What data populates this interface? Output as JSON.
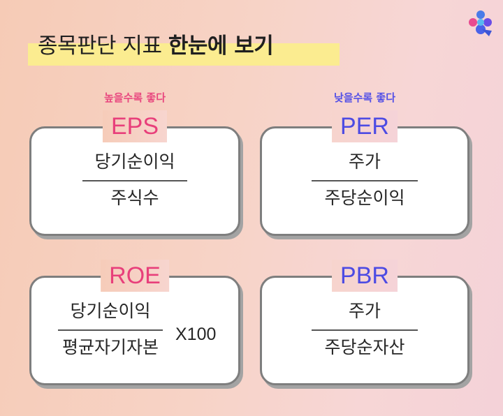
{
  "title": {
    "regular": "종목판단 지표",
    "bold": "한눈에 보기"
  },
  "captions": {
    "higher_better": "높을수록 좋다",
    "lower_better": "낮을수록 좋다"
  },
  "cards": {
    "eps": {
      "name": "EPS",
      "numerator": "당기순이익",
      "denominator": "주식수"
    },
    "per": {
      "name": "PER",
      "numerator": "주가",
      "denominator": "주당순이익"
    },
    "roe": {
      "name": "ROE",
      "numerator": "당기순이익",
      "denominator": "평균자기자본",
      "multiplier": "X100"
    },
    "pbr": {
      "name": "PBR",
      "numerator": "주가",
      "denominator": "주당순자산"
    }
  },
  "colors": {
    "pink": "#e83f7b",
    "blue": "#4d4be3",
    "highlight": "#fbec90",
    "border": "#7e7e7e"
  },
  "icons": {
    "logo": "brand-logo-icon"
  }
}
